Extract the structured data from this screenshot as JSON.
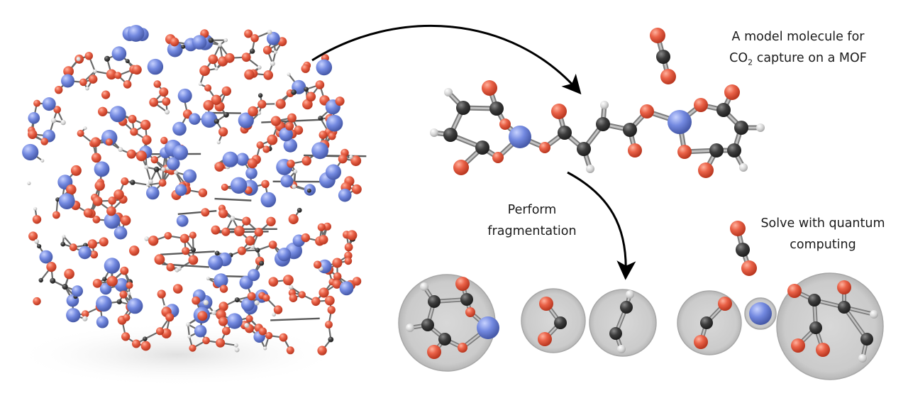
{
  "labels": {
    "model_line1": "A model molecule for",
    "model_line2_prefix": "CO",
    "model_line2_sub": "2",
    "model_line2_suffix": " capture on a MOF",
    "frag_line1": "Perform",
    "frag_line2": "fragmentation",
    "quantum_line1": "Solve with quantum",
    "quantum_line2": "computing"
  },
  "colors": {
    "oxygen": "#e8604a",
    "carbon": "#3c3c3c",
    "hydrogen": "#d9d9d9",
    "metal": "#6f86dc",
    "bond": "#8a8a8a",
    "fragment_sphere": "#cfcfcf",
    "arrow": "#000000"
  }
}
